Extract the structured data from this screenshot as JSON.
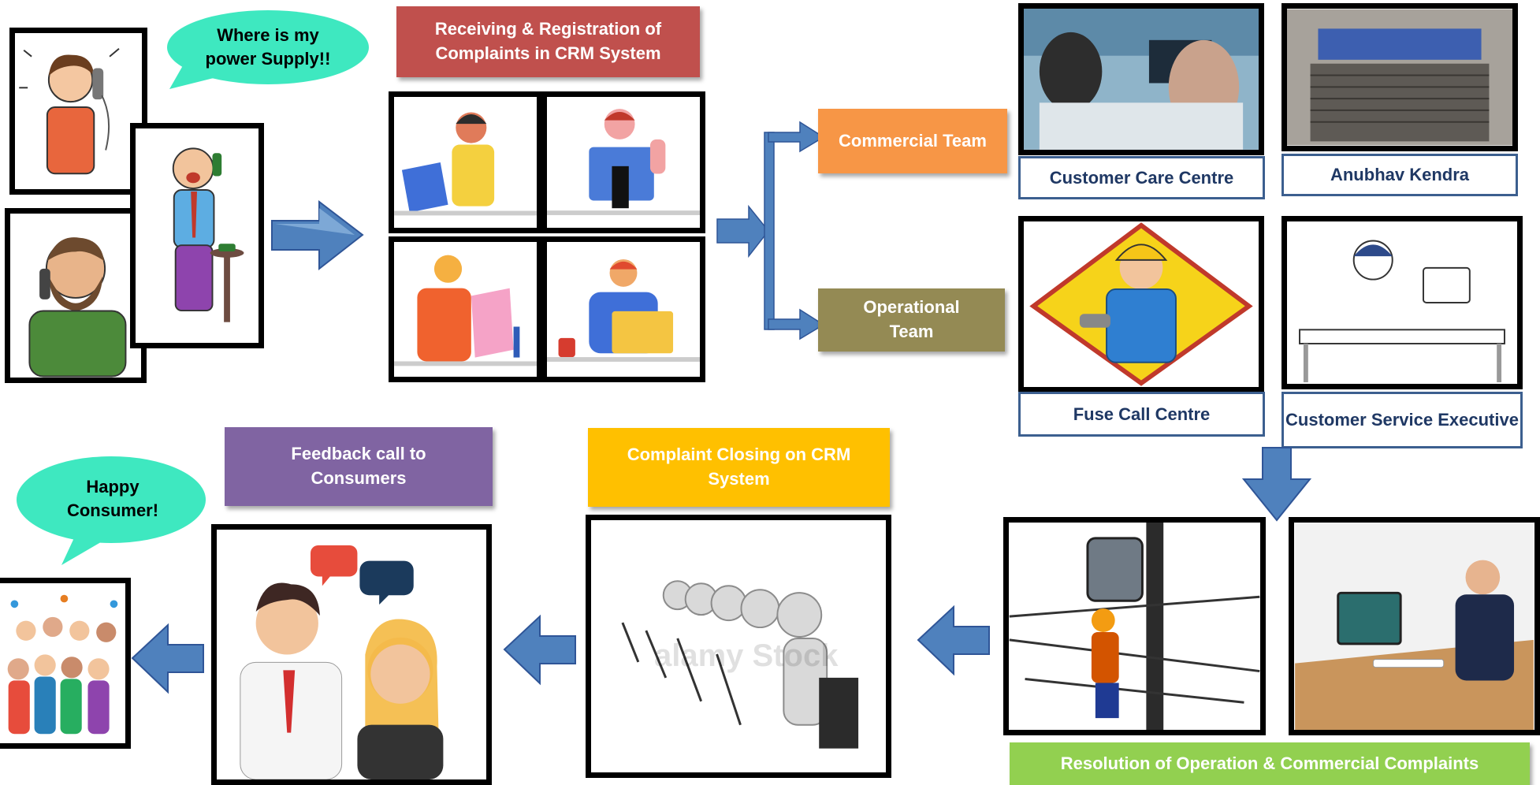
{
  "bubbles": {
    "power_question": "Where is my power Supply!!",
    "happy": "Happy Consumer!"
  },
  "banners": {
    "receiving": "Receiving & Registration  of Complaints in CRM System",
    "commercial": "Commercial Team",
    "operational": "Operational Team",
    "feedback": "Feedback call to Consumers",
    "closing": "Complaint Closing on CRM System",
    "resolution": "Resolution of Operation & Commercial Complaints"
  },
  "channels": {
    "customer_care": "Customer Care Centre",
    "anubhav": "Anubhav Kendra",
    "fuse_call": "Fuse Call Centre",
    "cse": "Customer Service Executive"
  },
  "watermark": "alamy Stock",
  "colors": {
    "receiving": "#c0504d",
    "commercial": "#f79646",
    "operational": "#948a54",
    "feedback": "#8064a2",
    "closing": "#ffc000",
    "resolution": "#92d050",
    "bubble": "#3ee8c0",
    "arrow": "#4f81bd",
    "label_border": "#3c5f8f",
    "label_text": "#1f3864"
  }
}
